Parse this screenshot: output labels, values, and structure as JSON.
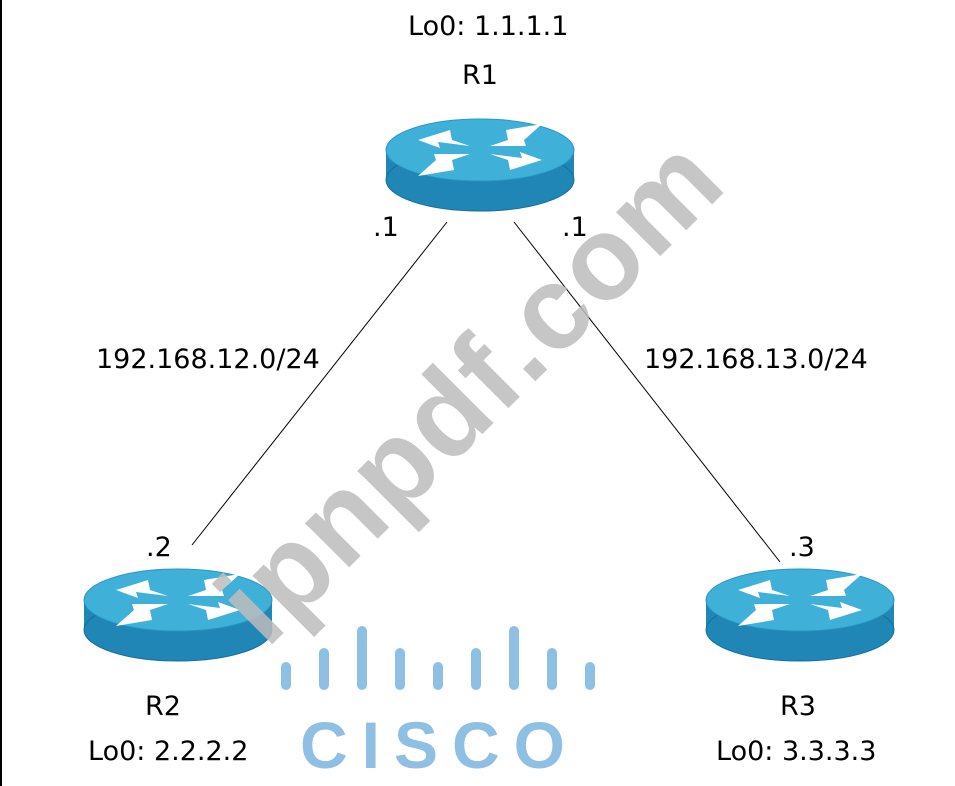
{
  "nodes": {
    "r1": {
      "name": "R1",
      "loopback": "Lo0: 1.1.1.1"
    },
    "r2": {
      "name": "R2",
      "loopback": "Lo0: 2.2.2.2"
    },
    "r3": {
      "name": "R3",
      "loopback": "Lo0: 3.3.3.3"
    }
  },
  "links": {
    "r1_r2": {
      "subnet": "192.168.12.0/24",
      "r1_host": ".1",
      "r2_host": ".2"
    },
    "r1_r3": {
      "subnet": "192.168.13.0/24",
      "r1_host": ".1",
      "r3_host": ".3"
    }
  },
  "watermark": {
    "text": "ipnpdf.com"
  },
  "logo": {
    "text": "CISCO"
  },
  "colors": {
    "router_top": "#3fb0d8",
    "router_side": "#1f86b6",
    "router_arrow": "#ffffff",
    "logo": "#8fbfe3",
    "watermark": "#bdbdbd",
    "link": "#000000"
  },
  "icons": {
    "router": "router-icon",
    "logo": "cisco-logo-icon"
  }
}
